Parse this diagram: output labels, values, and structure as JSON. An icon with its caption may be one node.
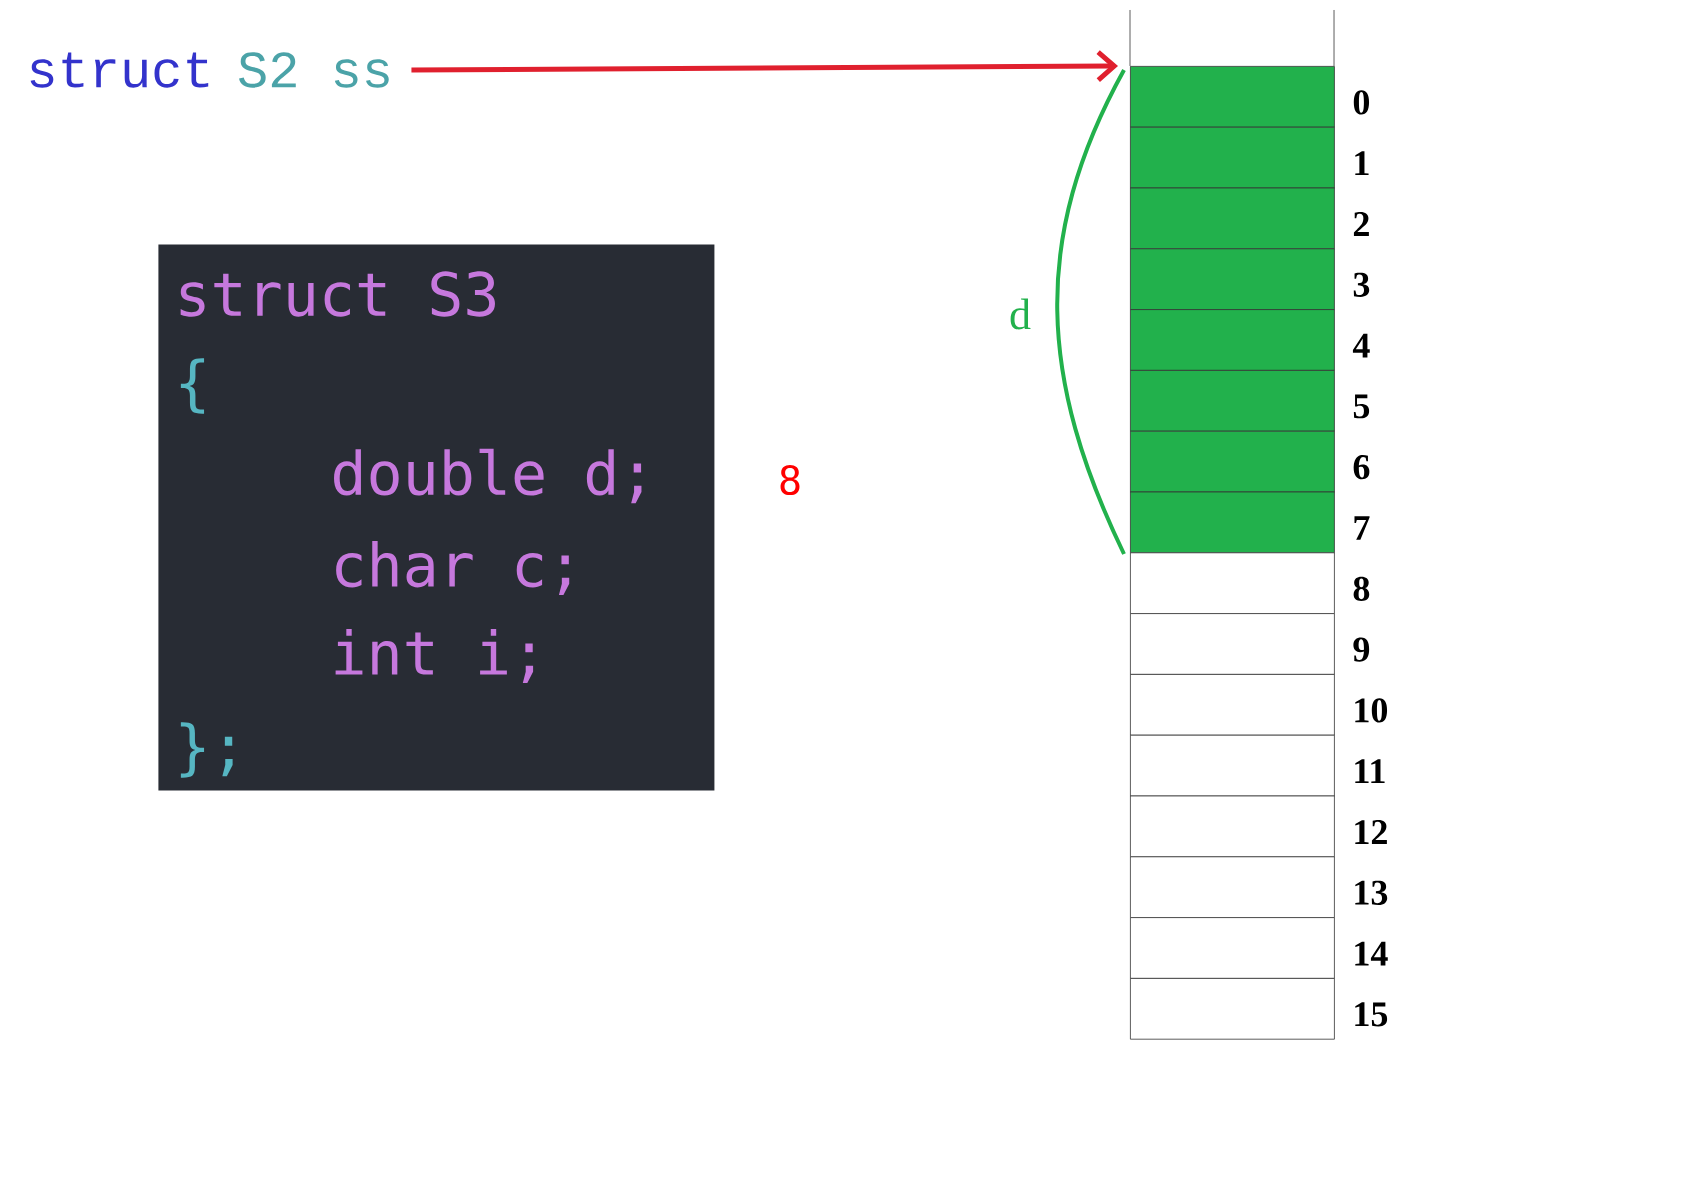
{
  "diagram": {
    "nodes": [
      {
        "text": [
          "struct",
          "S2 ss"
        ]
      },
      {
        "text": [
          "struct S3",
          "{",
          "double d;",
          "char c;",
          "int i;",
          "};"
        ]
      },
      {
        "text": [],
        "shape": "box",
        "beside": [
          "0"
        ]
      },
      {
        "text": [],
        "shape": "box",
        "beside": [
          "1"
        ]
      },
      {
        "text": [],
        "shape": "box",
        "beside": [
          "2"
        ]
      },
      {
        "text": [],
        "shape": "box",
        "beside": [
          "3"
        ]
      },
      {
        "text": [],
        "shape": "box",
        "beside": [
          "4"
        ]
      },
      {
        "text": [],
        "shape": "box",
        "beside": [
          "5"
        ]
      },
      {
        "text": [],
        "shape": "box",
        "beside": [
          "6"
        ]
      },
      {
        "text": [],
        "shape": "box",
        "beside": [
          "7"
        ]
      },
      {
        "text": [],
        "shape": "box",
        "beside": [
          "8"
        ]
      },
      {
        "text": [],
        "shape": "box",
        "beside": [
          "9"
        ]
      },
      {
        "text": [],
        "shape": "box",
        "beside": [
          "10"
        ]
      },
      {
        "text": [],
        "shape": "box",
        "beside": [
          "11"
        ]
      },
      {
        "text": [],
        "shape": "box",
        "beside": [
          "12"
        ]
      },
      {
        "text": [],
        "shape": "box",
        "beside": [
          "13"
        ]
      },
      {
        "text": [],
        "shape": "box",
        "beside": [
          "14"
        ]
      },
      {
        "text": [],
        "shape": "box",
        "beside": [
          "15"
        ]
      }
    ],
    "edges": [
      {
        "from": 0,
        "to": 2,
        "arrow": "to"
      }
    ],
    "labels": [
      "d",
      "8"
    ]
  }
}
